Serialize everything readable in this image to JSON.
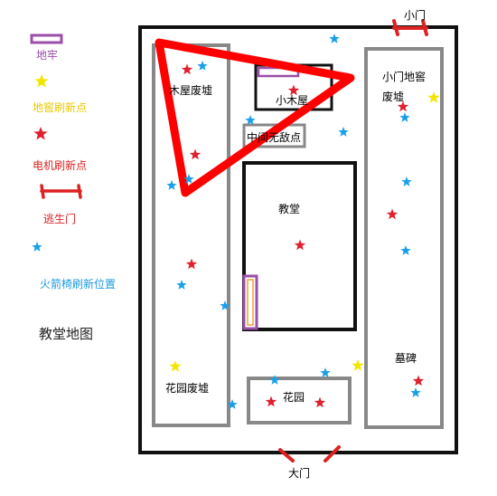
{
  "legend": {
    "dungeon": "地牢",
    "dungeon_spawn": "地窖刷新点",
    "cipher_spawn": "电机刷新点",
    "exit_gate": "逃生门",
    "rocket_chair": "火箭椅刷新位置"
  },
  "map_title": "教堂地图",
  "labels": {
    "small_gate": "小门",
    "big_gate": "大门",
    "cabin_ruins": "木屋废墟",
    "small_cabin": "小木屋",
    "middle_spot": "中间无敌点",
    "church": "教堂",
    "gate_dungeon": "小门地窖",
    "ruins": "废墟",
    "tombstone": "墓碑",
    "garden_ruins": "花园废墟",
    "garden": "花园"
  },
  "colors": {
    "wall": "#111111",
    "building": "#888888",
    "dungeon": "#9b4fa8",
    "dungeon_spawn": "#f2e600",
    "cipher": "#e0202e",
    "exit_gate": "#dd2222",
    "rocket_chair": "#1aa0e8",
    "route": "#ff0000",
    "legend_yellow_text": "#e8c800",
    "legend_red_text": "#dd2222",
    "legend_blue_text": "#1a9ae0",
    "legend_purple_text": "#9b4fa8"
  }
}
